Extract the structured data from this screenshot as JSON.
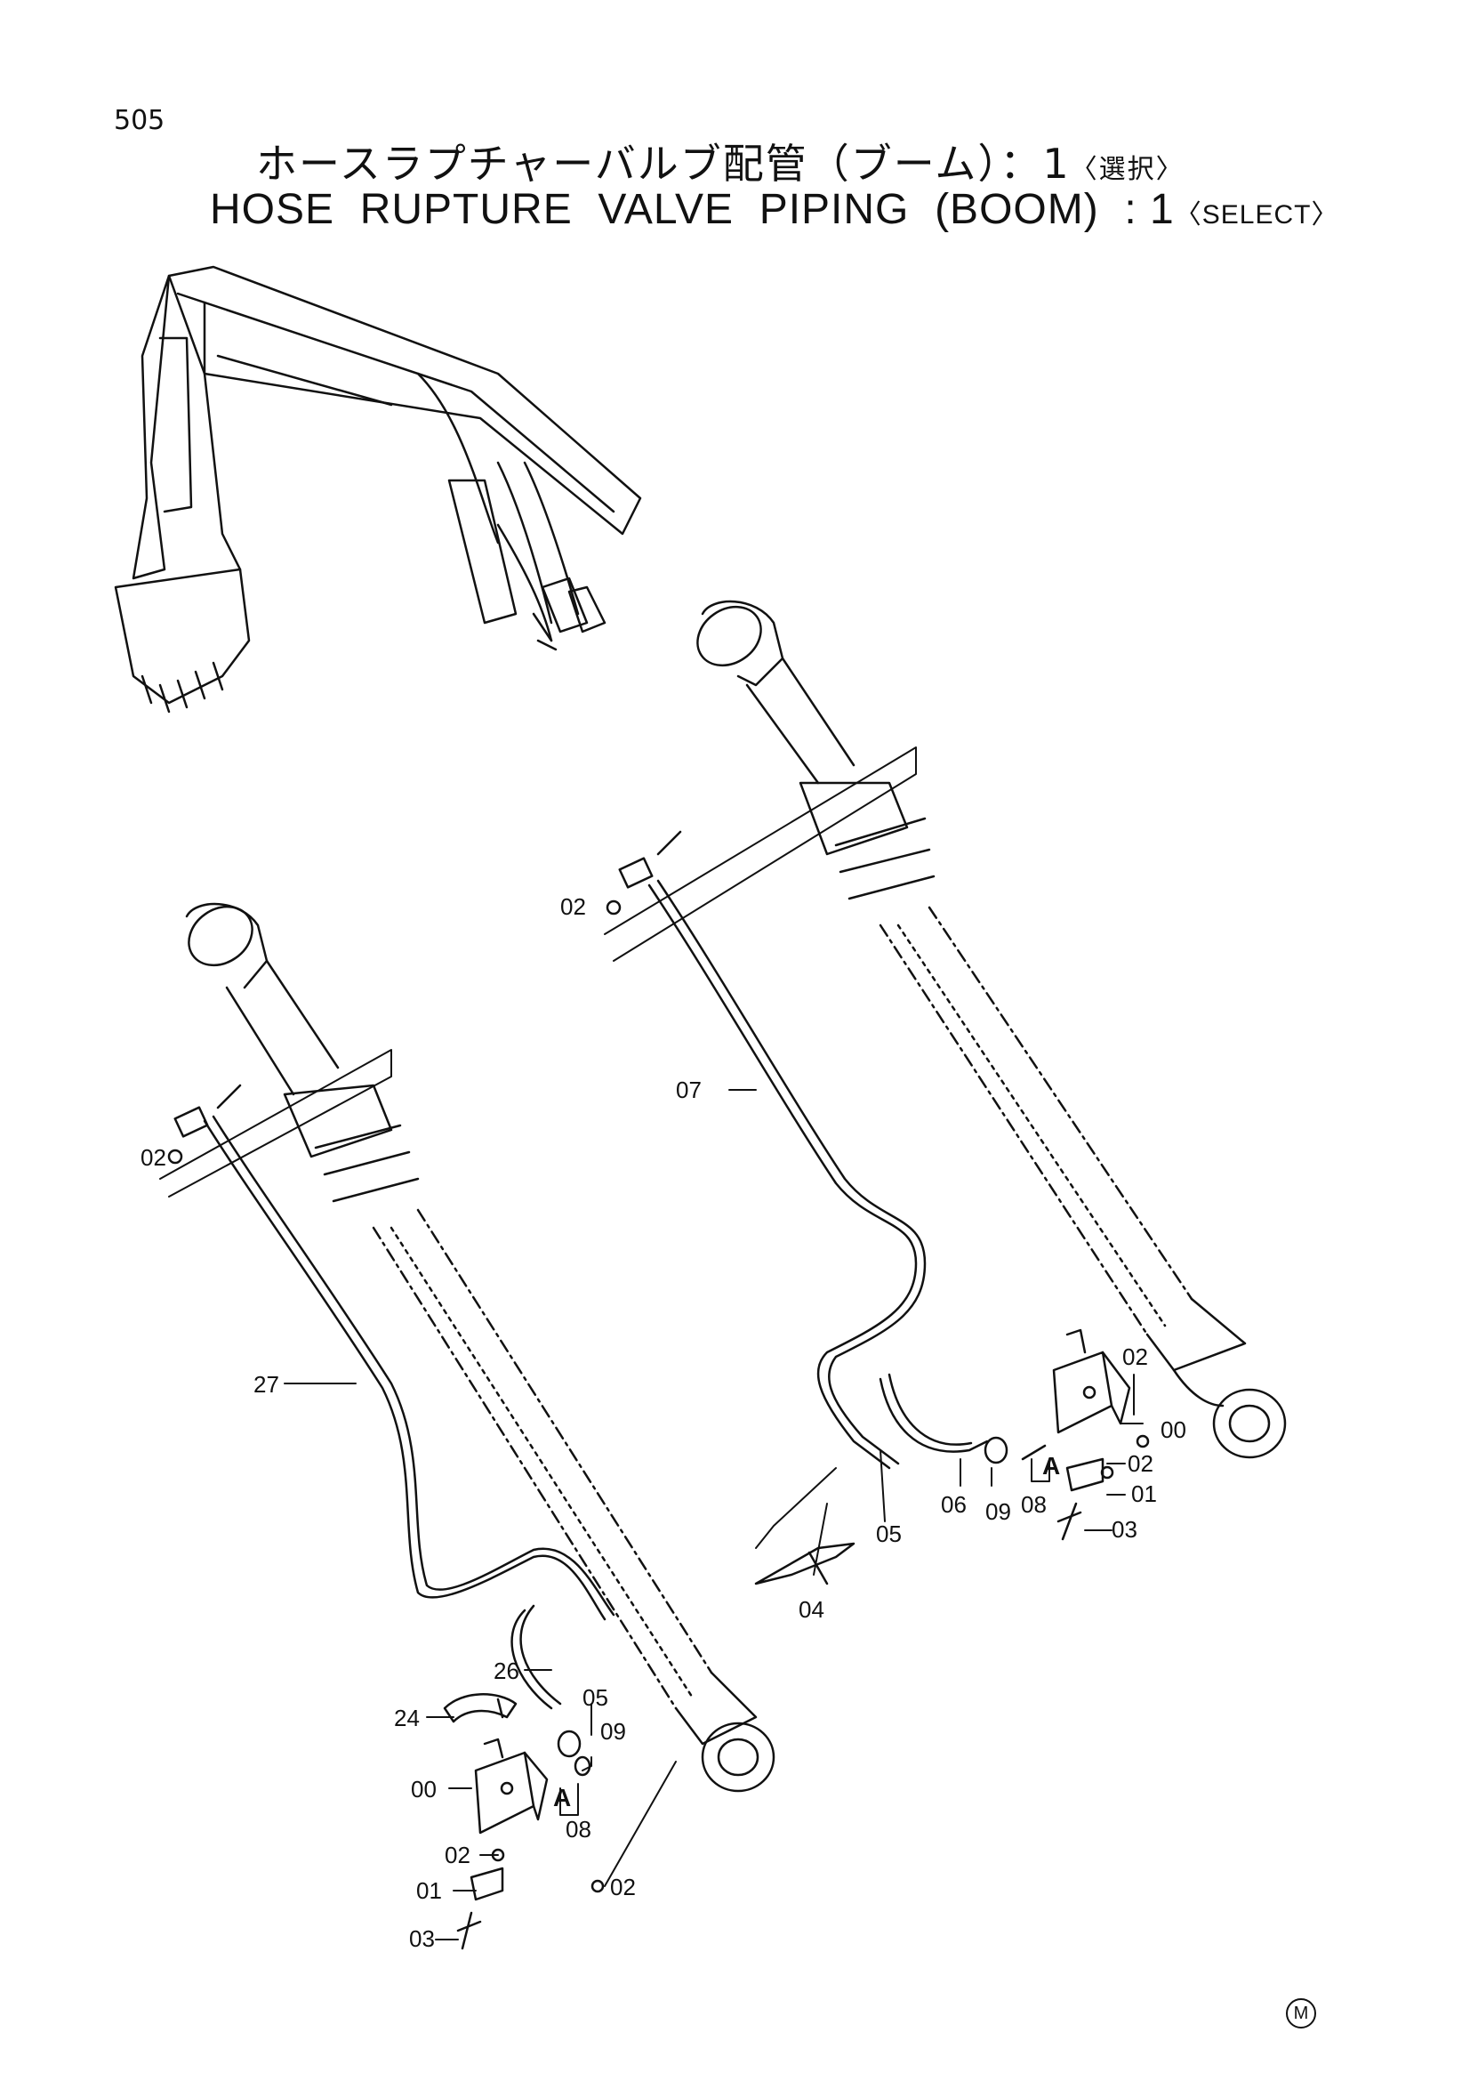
{
  "page_number": "505",
  "title_jp": {
    "main": "ホースラプチャーバルブ配管（ブーム）：1",
    "select": "〈選択〉"
  },
  "title_en": {
    "main": "HOSE  RUPTURE  VALVE  PIPING  (BOOM)  : 1",
    "select": "〈SELECT〉"
  },
  "callouts": {
    "left_top_02": "02",
    "left_27": "27",
    "left_26": "26",
    "left_24": "24",
    "left_05": "05",
    "left_09": "09",
    "left_00": "00",
    "left_A": "A",
    "left_08": "08",
    "left_02_mid": "02",
    "left_01": "01",
    "left_03": "03",
    "left_02_bottom": "02",
    "right_top_02": "02",
    "right_07": "07",
    "right_05": "05",
    "right_06": "06",
    "right_09": "09",
    "right_A": "A",
    "right_08": "08",
    "right_04": "04",
    "right_02_top": "02",
    "right_00": "00",
    "right_02_mid": "02",
    "right_01": "01",
    "right_03": "03"
  },
  "footer_mark": "M"
}
